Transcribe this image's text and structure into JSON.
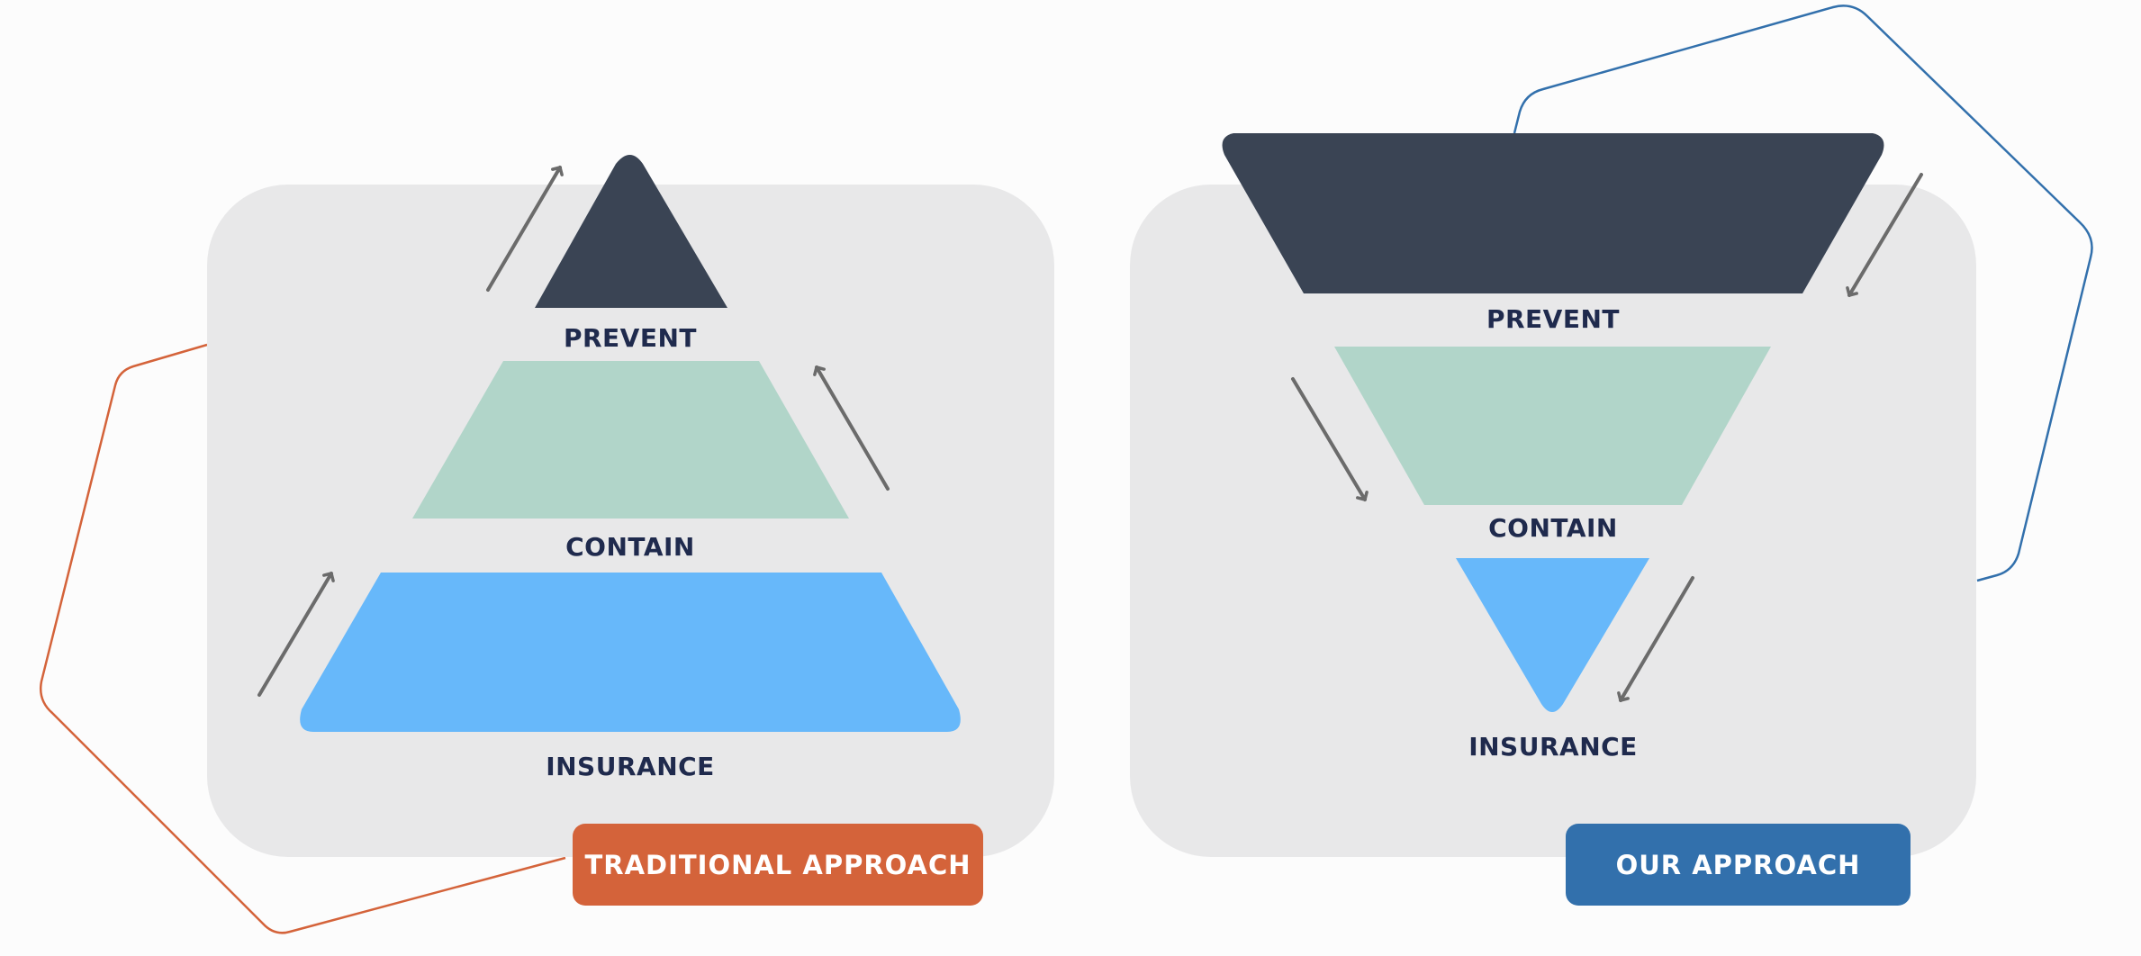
{
  "left_panel": {
    "badge": "TRADITIONAL APPROACH",
    "tiers": [
      "PREVENT",
      "CONTAIN",
      "INSURANCE"
    ]
  },
  "right_panel": {
    "badge": "OUR APPROACH",
    "tiers": [
      "PREVENT",
      "CONTAIN",
      "INSURANCE"
    ]
  },
  "colors": {
    "prevent": "#3a4454",
    "contain": "#b1d5c9",
    "insurance": "#67b8fa",
    "panel_bg": "#e8e8e9",
    "traditional_accent": "#d4633a",
    "our_accent": "#3270ac",
    "arrow": "#6b6b6b",
    "label": "#1f2a4d"
  }
}
